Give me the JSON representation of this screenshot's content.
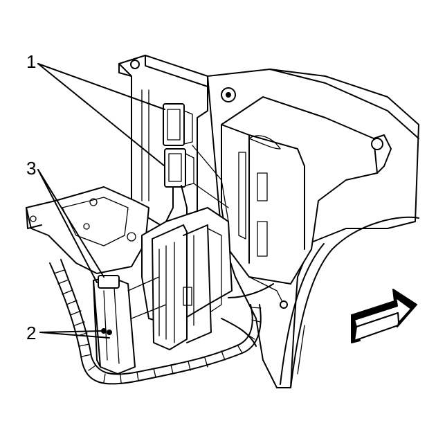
{
  "diagram": {
    "callouts": [
      {
        "id": "callout-1",
        "label": "1"
      },
      {
        "id": "callout-2",
        "label": "2"
      },
      {
        "id": "callout-3",
        "label": "3"
      }
    ],
    "direction_arrow": {
      "icon": "forward-arrow-icon"
    },
    "colors": {
      "line": "#000000",
      "background": "#ffffff"
    }
  }
}
